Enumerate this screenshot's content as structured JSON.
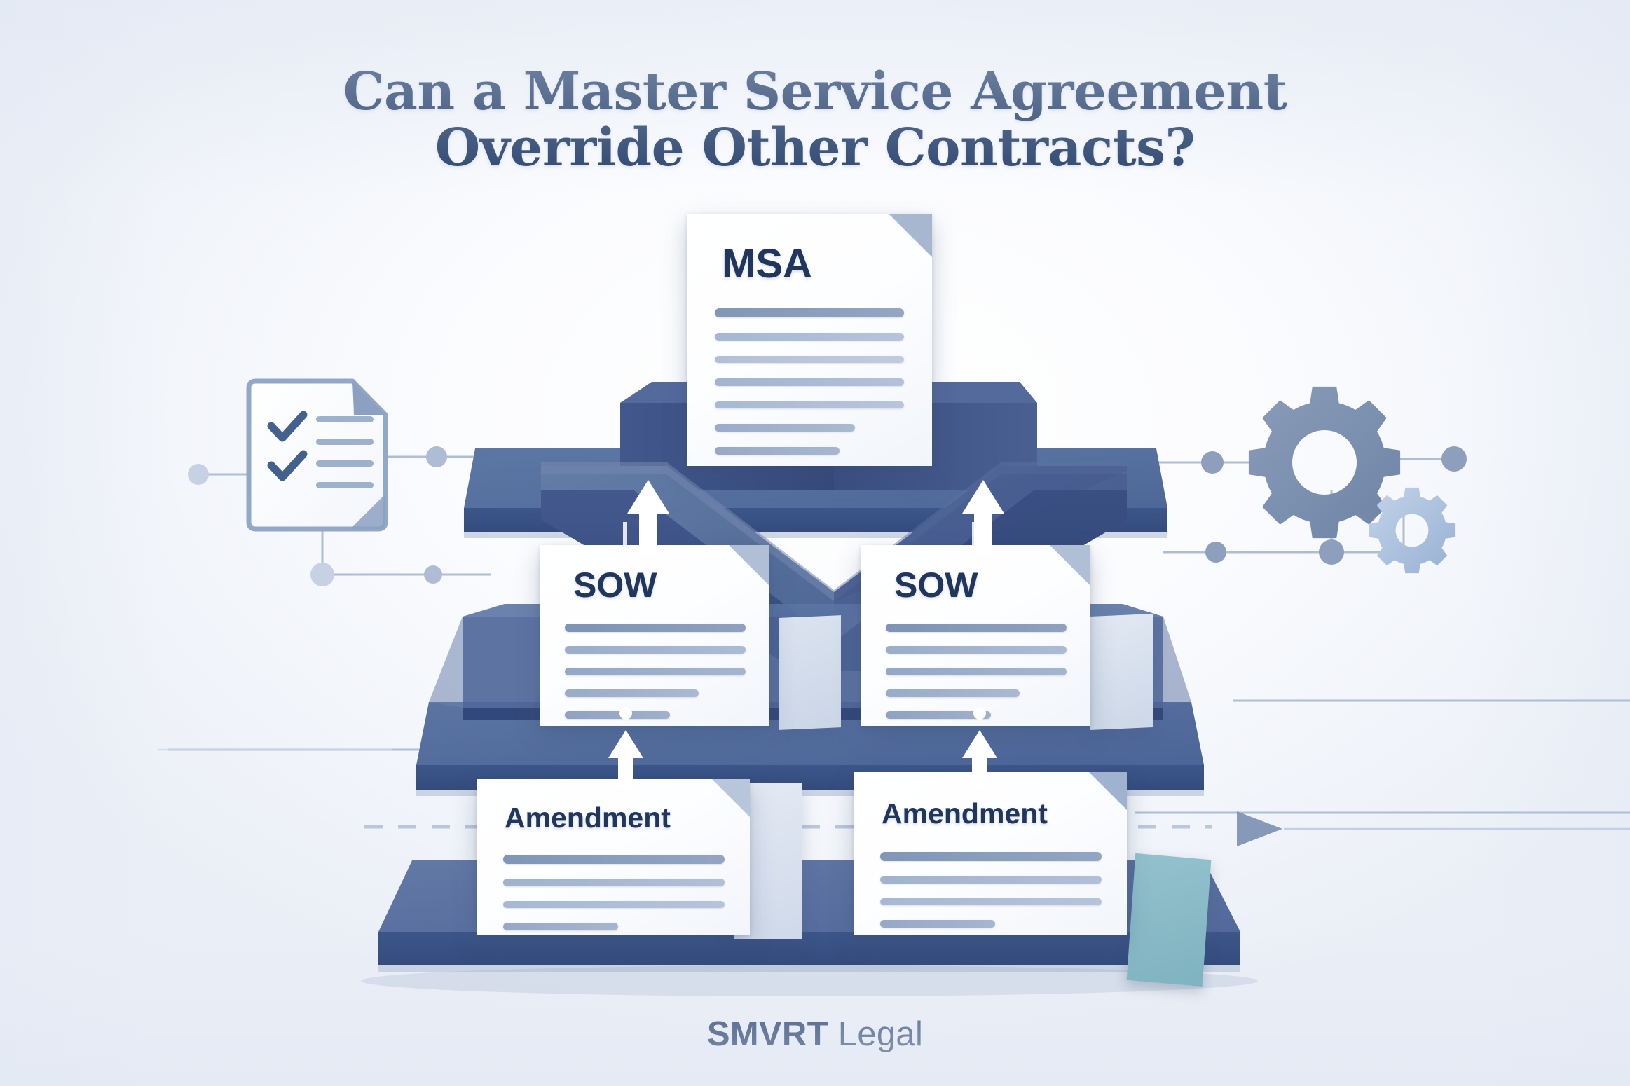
{
  "page": {
    "title_line_1": "Can a Master Service Agreement",
    "title_line_2": "Override Other Contracts?",
    "background_color": "#eef1f7",
    "title_color": "#27416b"
  },
  "brand": {
    "name_bold": "SMVRT",
    "name_light": "Legal",
    "color": "#2f4a72"
  },
  "hierarchy": {
    "description": "Three-tier isometric contract hierarchy pedestal",
    "tiers": [
      {
        "level": 1,
        "name": "top-tier-platform",
        "holds": "MSA",
        "color": "#566f9d"
      },
      {
        "level": 2,
        "name": "middle-tier-platform",
        "holds": "SOW documents",
        "color": "#56709e"
      },
      {
        "level": 3,
        "name": "bottom-tier-platform",
        "holds": "Amendment documents",
        "color": "#5d76a3"
      }
    ]
  },
  "documents": {
    "msa": {
      "label": "MSA",
      "title_size": "58px",
      "line_count": 7,
      "line_widths": [
        "100%",
        "100%",
        "100%",
        "100%",
        "100%",
        "74%",
        "66%"
      ]
    },
    "sow_left": {
      "label": "SOW",
      "title_size": "50px",
      "line_count": 5,
      "line_widths": [
        "100%",
        "100%",
        "100%",
        "74%",
        "58%"
      ]
    },
    "sow_right": {
      "label": "SOW",
      "title_size": "50px",
      "line_count": 5,
      "line_widths": [
        "100%",
        "100%",
        "100%",
        "74%",
        "58%"
      ]
    },
    "amendment_left": {
      "label": "Amendment",
      "title_size": "41px",
      "line_count": 4,
      "line_widths": [
        "100%",
        "100%",
        "100%",
        "52%"
      ]
    },
    "amendment_right": {
      "label": "Amendment",
      "title_size": "41px",
      "line_count": 4,
      "line_widths": [
        "100%",
        "100%",
        "100%",
        "52%"
      ]
    }
  },
  "decorations": {
    "left_icon": "checklist-document-icon",
    "left_icon_checkmarks": 2,
    "left_icon_lines": 4,
    "right_icon_large": "gear-icon",
    "right_icon_small": "small-gear-icon",
    "connector_arrows_up": 4,
    "flow_arrow_right": "dashed-flow-arrow",
    "accent_card": "teal-accent-card",
    "accent_card_color": "#86b8c4"
  },
  "palette": {
    "deep_navy": "#334a72",
    "slate_blue": "#546e9c",
    "mid_blue": "#6c86b2",
    "line_blue": "#8fa5c4",
    "pale_blue": "#c3d0e2",
    "teal": "#86b8c4",
    "ink": "#20365c"
  }
}
